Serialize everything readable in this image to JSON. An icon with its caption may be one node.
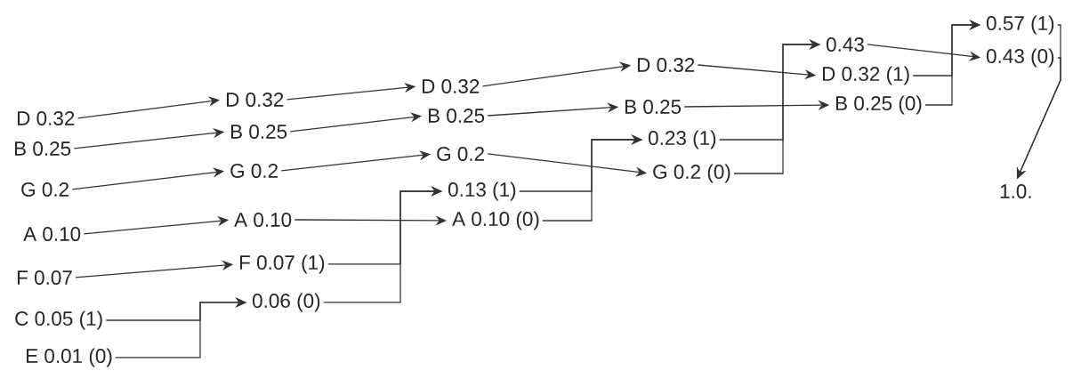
{
  "diagram": {
    "nodes": [
      {
        "text": [
          "D 0.32"
        ]
      },
      {
        "text": [
          "B 0.25"
        ]
      },
      {
        "text": [
          "G 0.2"
        ]
      },
      {
        "text": [
          "A 0.10"
        ]
      },
      {
        "text": [
          "F 0.07"
        ]
      },
      {
        "text": [
          "C 0.05 (1)"
        ]
      },
      {
        "text": [
          "E 0.01 (0)"
        ]
      },
      {
        "text": [
          "D 0.32"
        ]
      },
      {
        "text": [
          "B 0.25"
        ]
      },
      {
        "text": [
          "G 0.2"
        ]
      },
      {
        "text": [
          "A 0.10"
        ]
      },
      {
        "text": [
          "F 0.07 (1)"
        ]
      },
      {
        "text": [
          "0.06 (0)"
        ]
      },
      {
        "text": [
          "D 0.32"
        ]
      },
      {
        "text": [
          "B 0.25"
        ]
      },
      {
        "text": [
          "G 0.2"
        ]
      },
      {
        "text": [
          "0.13 (1)"
        ]
      },
      {
        "text": [
          "A 0.10 (0)"
        ]
      },
      {
        "text": [
          "D 0.32"
        ]
      },
      {
        "text": [
          "B 0.25"
        ]
      },
      {
        "text": [
          "0.23 (1)"
        ]
      },
      {
        "text": [
          "G 0.2 (0)"
        ]
      },
      {
        "text": [
          "0.43"
        ]
      },
      {
        "text": [
          "D 0.32 (1)"
        ]
      },
      {
        "text": [
          "B 0.25 (0)"
        ]
      },
      {
        "text": [
          "0.57 (1)"
        ]
      },
      {
        "text": [
          "0.43 (0)"
        ]
      },
      {
        "text": [
          "1.0."
        ]
      }
    ],
    "edges": [
      {
        "from": 0,
        "to": 7,
        "arrow": "to"
      },
      {
        "from": 1,
        "to": 8,
        "arrow": "to"
      },
      {
        "from": 2,
        "to": 9,
        "arrow": "to"
      },
      {
        "from": 3,
        "to": 10,
        "arrow": "to"
      },
      {
        "from": 4,
        "to": 11,
        "arrow": "to"
      },
      {
        "from": 5,
        "to": 12,
        "arrow": "to"
      },
      {
        "from": 6,
        "to": 12,
        "arrow": "to"
      },
      {
        "from": 7,
        "to": 13,
        "arrow": "to"
      },
      {
        "from": 8,
        "to": 14,
        "arrow": "to"
      },
      {
        "from": 9,
        "to": 15,
        "arrow": "to"
      },
      {
        "from": 10,
        "to": 17,
        "arrow": "to"
      },
      {
        "from": 11,
        "to": 16,
        "arrow": "to"
      },
      {
        "from": 12,
        "to": 16,
        "arrow": "to"
      },
      {
        "from": 13,
        "to": 18,
        "arrow": "to"
      },
      {
        "from": 14,
        "to": 19,
        "arrow": "to"
      },
      {
        "from": 15,
        "to": 21,
        "arrow": "to"
      },
      {
        "from": 16,
        "to": 20,
        "arrow": "to"
      },
      {
        "from": 17,
        "to": 20,
        "arrow": "to"
      },
      {
        "from": 18,
        "to": 23,
        "arrow": "to"
      },
      {
        "from": 19,
        "to": 24,
        "arrow": "to"
      },
      {
        "from": 20,
        "to": 22,
        "arrow": "to"
      },
      {
        "from": 21,
        "to": 22,
        "arrow": "to"
      },
      {
        "from": 22,
        "to": 26,
        "arrow": "to"
      },
      {
        "from": 23,
        "to": 25,
        "arrow": "to"
      },
      {
        "from": 24,
        "to": 25,
        "arrow": "to"
      },
      {
        "from": 25,
        "to": 27,
        "arrow": "to"
      },
      {
        "from": 26,
        "to": 27,
        "arrow": "to"
      }
    ]
  }
}
